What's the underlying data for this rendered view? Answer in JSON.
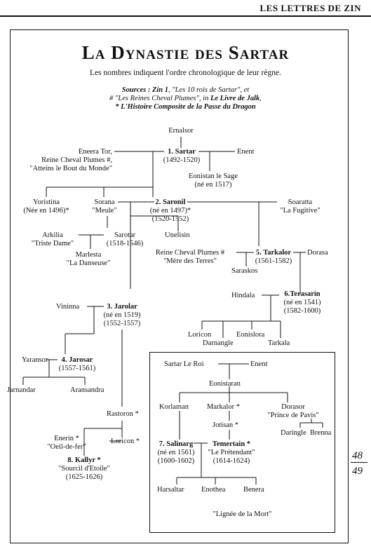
{
  "header": "LES LETTRES DE ZIN",
  "title": "La Dynastie des Sartar",
  "subtitle": "Les nombres indiquent l'ordre chronologique de leur règne.",
  "sources": {
    "line1_bold": "Sources : Zin 1",
    "line1_rest": ", \"Les 10 rois de Sartar\", et",
    "line2_pre": "# \"Les Reines Cheval Plumes\", in ",
    "line2_bold": "Le Livre de Jalk",
    "line2_post": ",",
    "line3": "* L'Histoire Composite de la Passe du Dragon"
  },
  "people": {
    "ernalsor": "Ernalsor",
    "eneera": [
      "Eneera Tor,",
      "Reine Cheval Plumes #,",
      "\"Atteins le Bout du Monde\""
    ],
    "sartar_name": "1. Sartar",
    "sartar_dates": "(1492-1520)",
    "enent": "Enent",
    "eonistan": [
      "Eonistan le Sage",
      "(né en 1517)"
    ],
    "yoristina": [
      "Yoristina",
      "(Née en 1496)*"
    ],
    "sorana": [
      "Sorana",
      "\"Meule\""
    ],
    "saronil_name": "2. Saronil",
    "saronil_dates": [
      "(né en 1497)*",
      "(1520-1552)"
    ],
    "soaratta": [
      "Soaratta",
      "\"La Fugitive\""
    ],
    "arkilia": [
      "Arkilia",
      "\"Triste Dame\""
    ],
    "sarotar": [
      "Sarotar",
      "(1518-1546)"
    ],
    "unelisin": "Unelisin",
    "marlesta": [
      "Marlesta",
      "\"La Danseuse\""
    ],
    "reine_cheval": [
      "Reine Cheval Plumes #",
      "\"Mère des Terres\""
    ],
    "tarkalor_name": "5. Tarkalor",
    "tarkalor_dates": "(1561-1582)",
    "dorasa": "Dorasa",
    "saraskos": "Saraskos",
    "hindala": "Hindala",
    "terasarin_name": "6.Terasarin",
    "terasarin_dates": [
      "(né en 1541)",
      "(1582-1600)"
    ],
    "vininna": "Vininna",
    "jarolar_name": "3. Jarolar",
    "jarolar_dates": [
      "(né en 1519)",
      "(1552-1557)"
    ],
    "loricon_t": "Loricon",
    "darnangle": "Darnangle",
    "eonislora": "Eonislora",
    "tarkala": "Tarkala",
    "yaransor": "Yaransor",
    "jarosar_name": "4. Jarosar",
    "jarosar_dates": "(1557-1561)",
    "jarnandar": "Jarnandar",
    "aransandra": "Aransandra",
    "rastoron": "Rastoron *",
    "enerin": [
      "Enerin *",
      "\"Oeil-de-fer\""
    ],
    "loricon_k": "Loricon *",
    "kallyr_name": "8. Kallyr *",
    "kallyr_info": [
      "\"Sourcil d'Etoile\"",
      "(1625-1626)"
    ],
    "sartar_roi": "Sartar Le Roi",
    "enent_box": "Enent",
    "eonistaran": "Eonistaran",
    "korlaman": "Korlaman",
    "markalor": "Markalor *",
    "dorasor": [
      "Dorasor",
      "\"Prince de Pavis\""
    ],
    "jotisan": "Jotisan *",
    "daringle": "Daringle",
    "brenna": "Brenna",
    "salinarg_name": "7. Salinarg",
    "salinarg_dates": [
      "(né en 1561)",
      "(1600-1602)"
    ],
    "temertain_name": "Temertain *",
    "temertain_info": [
      "\"Le Prétendant\"",
      "(1614-1624)"
    ],
    "harsaltar": "Harsaltar",
    "enothea": "Enothea",
    "benera": "Benera",
    "lignee": "\"Lignée de la Mort\""
  },
  "page_numbers": [
    "48",
    "49"
  ]
}
